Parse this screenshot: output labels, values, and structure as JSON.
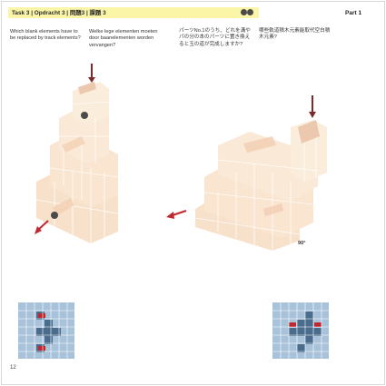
{
  "header": {
    "title": "Task 3 | Opdracht 3 | 問題3 | 課題 3",
    "part": "Part 1",
    "accent": "#fbf5a8",
    "marble_color": "#4a4a4a"
  },
  "questions": [
    "Which blank elements have to be replaced by track elements?",
    "Welke lege elementen moeten door baanelementen worden vervangen?",
    "パーツNo.1のうち、どれを溝やパの分の本のパーツに置き換えると玉の道が完成しますか?",
    "哪些軌道積木元素能取代空白積木元素?"
  ],
  "rotation_label": "90°",
  "page_number": "12",
  "grid_colors": {
    "light": "#a8c2da",
    "dark": "#4a6d8e",
    "red": "#c0282f",
    "line": "#ffffff"
  },
  "block_color": "#f7dcc2",
  "arrow_color": "#c0282f",
  "drop_arrow_color": "#7a2a2a"
}
